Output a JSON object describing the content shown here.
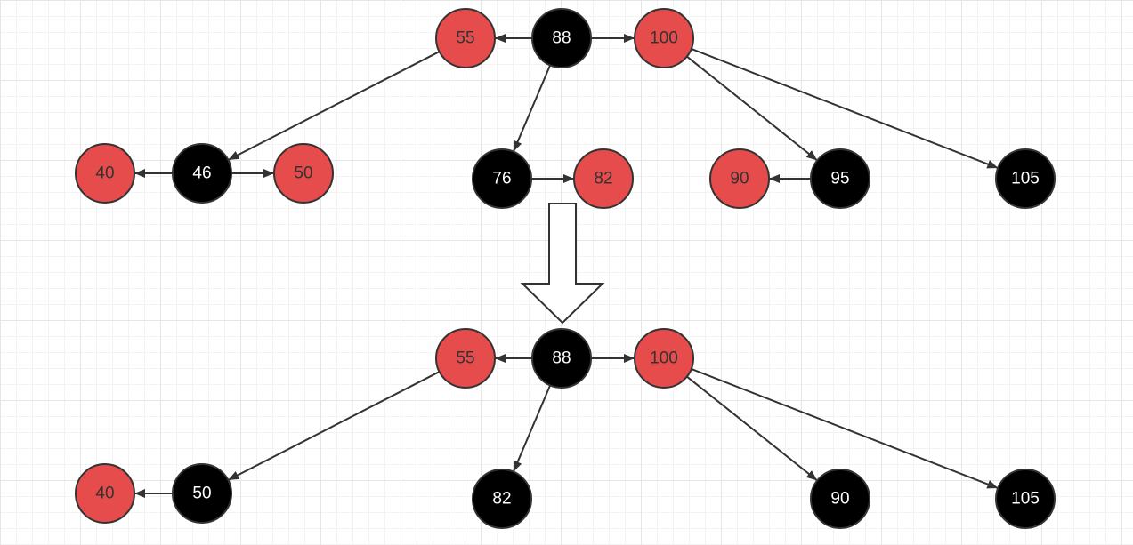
{
  "colors": {
    "red": "#e64c4c",
    "black": "#000000",
    "stroke": "#333333",
    "red_text": "#333333",
    "black_text": "#ffffff",
    "arrow_fill": "#ffffff"
  },
  "before": {
    "nodes": [
      {
        "id": "b55",
        "label": "55",
        "color": "red"
      },
      {
        "id": "b88",
        "label": "88",
        "color": "black"
      },
      {
        "id": "b100",
        "label": "100",
        "color": "red"
      },
      {
        "id": "b40",
        "label": "40",
        "color": "red"
      },
      {
        "id": "b46",
        "label": "46",
        "color": "black"
      },
      {
        "id": "b50",
        "label": "50",
        "color": "red"
      },
      {
        "id": "b76",
        "label": "76",
        "color": "black"
      },
      {
        "id": "b82",
        "label": "82",
        "color": "red"
      },
      {
        "id": "b90",
        "label": "90",
        "color": "red"
      },
      {
        "id": "b95",
        "label": "95",
        "color": "black"
      },
      {
        "id": "b105",
        "label": "105",
        "color": "black"
      }
    ],
    "edges": [
      [
        "b88",
        "b55"
      ],
      [
        "b88",
        "b100"
      ],
      [
        "b55",
        "b46"
      ],
      [
        "b46",
        "b40"
      ],
      [
        "b46",
        "b50"
      ],
      [
        "b88",
        "b76"
      ],
      [
        "b76",
        "b82"
      ],
      [
        "b100",
        "b95"
      ],
      [
        "b95",
        "b90"
      ],
      [
        "b100",
        "b105"
      ]
    ]
  },
  "after": {
    "nodes": [
      {
        "id": "a55",
        "label": "55",
        "color": "red"
      },
      {
        "id": "a88",
        "label": "88",
        "color": "black"
      },
      {
        "id": "a100",
        "label": "100",
        "color": "red"
      },
      {
        "id": "a40",
        "label": "40",
        "color": "red"
      },
      {
        "id": "a50",
        "label": "50",
        "color": "black"
      },
      {
        "id": "a82",
        "label": "82",
        "color": "black"
      },
      {
        "id": "a90",
        "label": "90",
        "color": "black"
      },
      {
        "id": "a105",
        "label": "105",
        "color": "black"
      }
    ],
    "edges": [
      [
        "a88",
        "a55"
      ],
      [
        "a88",
        "a100"
      ],
      [
        "a55",
        "a50"
      ],
      [
        "a50",
        "a40"
      ],
      [
        "a88",
        "a82"
      ],
      [
        "a100",
        "a90"
      ],
      [
        "a100",
        "a105"
      ]
    ]
  }
}
